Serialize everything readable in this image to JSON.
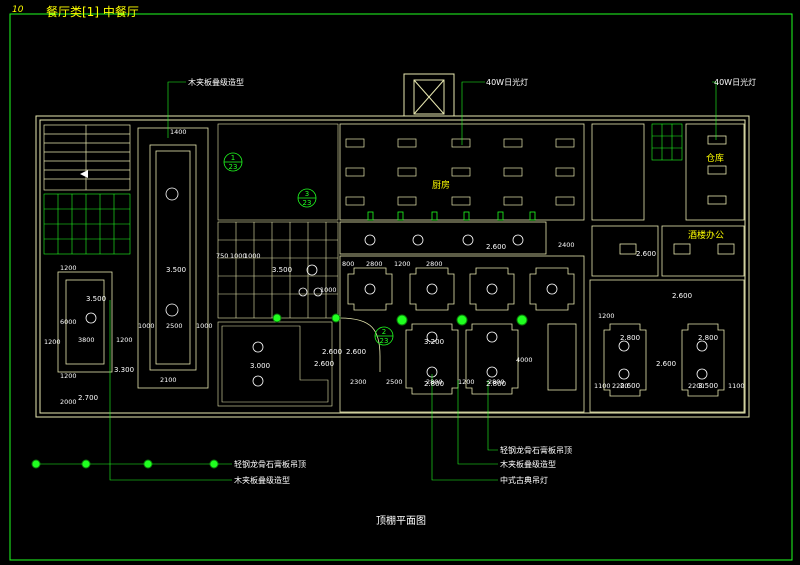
{
  "header": {
    "page_no": "10",
    "title": "餐厅类[1] 中餐厅"
  },
  "caption": "顶棚平面图",
  "room_labels": {
    "kitchen": "厨房",
    "storage": "仓库",
    "office": "酒楼办公"
  },
  "callouts": {
    "c1": "木夹板叠级造型",
    "c2": "40W日光灯",
    "c3": "40W日光灯",
    "c4": "轻钢龙骨石膏板吊顶",
    "c5": "木夹板叠级造型",
    "c6": "轻钢龙骨石膏板吊顶",
    "c7": "木夹板叠级造型",
    "c8": "中式古典吊灯"
  },
  "section_marks": [
    {
      "num": "1",
      "sheet": "23"
    },
    {
      "num": "3",
      "sheet": "23"
    },
    {
      "num": "2",
      "sheet": "23"
    }
  ],
  "elevations": {
    "e1": "3.500",
    "e2": "3.500",
    "e3": "3.500",
    "e4": "2.700",
    "e5": "3.300",
    "e6": "3.000",
    "e7": "2.600",
    "e8": "2.600",
    "e9": "3.200",
    "e10": "2.600",
    "e11": "2.600",
    "e12": "2.600",
    "e13": "2.800",
    "e14": "2.800",
    "e15": "2.600",
    "e16": "2.600",
    "e17": "3.500",
    "e18": "2.800",
    "e19": "2.800",
    "e20": "2.600"
  },
  "dims": {
    "d1": "1400",
    "d2": "1200",
    "d3": "6000",
    "d4": "1200",
    "d5": "3800",
    "d6": "1200",
    "d7": "1200",
    "d8": "2000",
    "d9": "1000",
    "d10": "2500",
    "d11": "1000",
    "d12": "2100",
    "d13": "750",
    "d14": "1000",
    "d15": "1000",
    "d16": "1000",
    "d17": "2400",
    "d18": "800",
    "d19": "2800",
    "d20": "1200",
    "d21": "2800",
    "d22": "2300",
    "d23": "2500",
    "d24": "2800",
    "d25": "1200",
    "d26": "2800",
    "d27": "4000",
    "d28": "2200",
    "d29": "1100",
    "d30": "2200",
    "d31": "1100",
    "d32": "1200"
  },
  "colors": {
    "line": "#e8e8b0",
    "cad_green": "#20ff20",
    "text_yellow": "#ffff00",
    "text_white": "#ffffff"
  }
}
